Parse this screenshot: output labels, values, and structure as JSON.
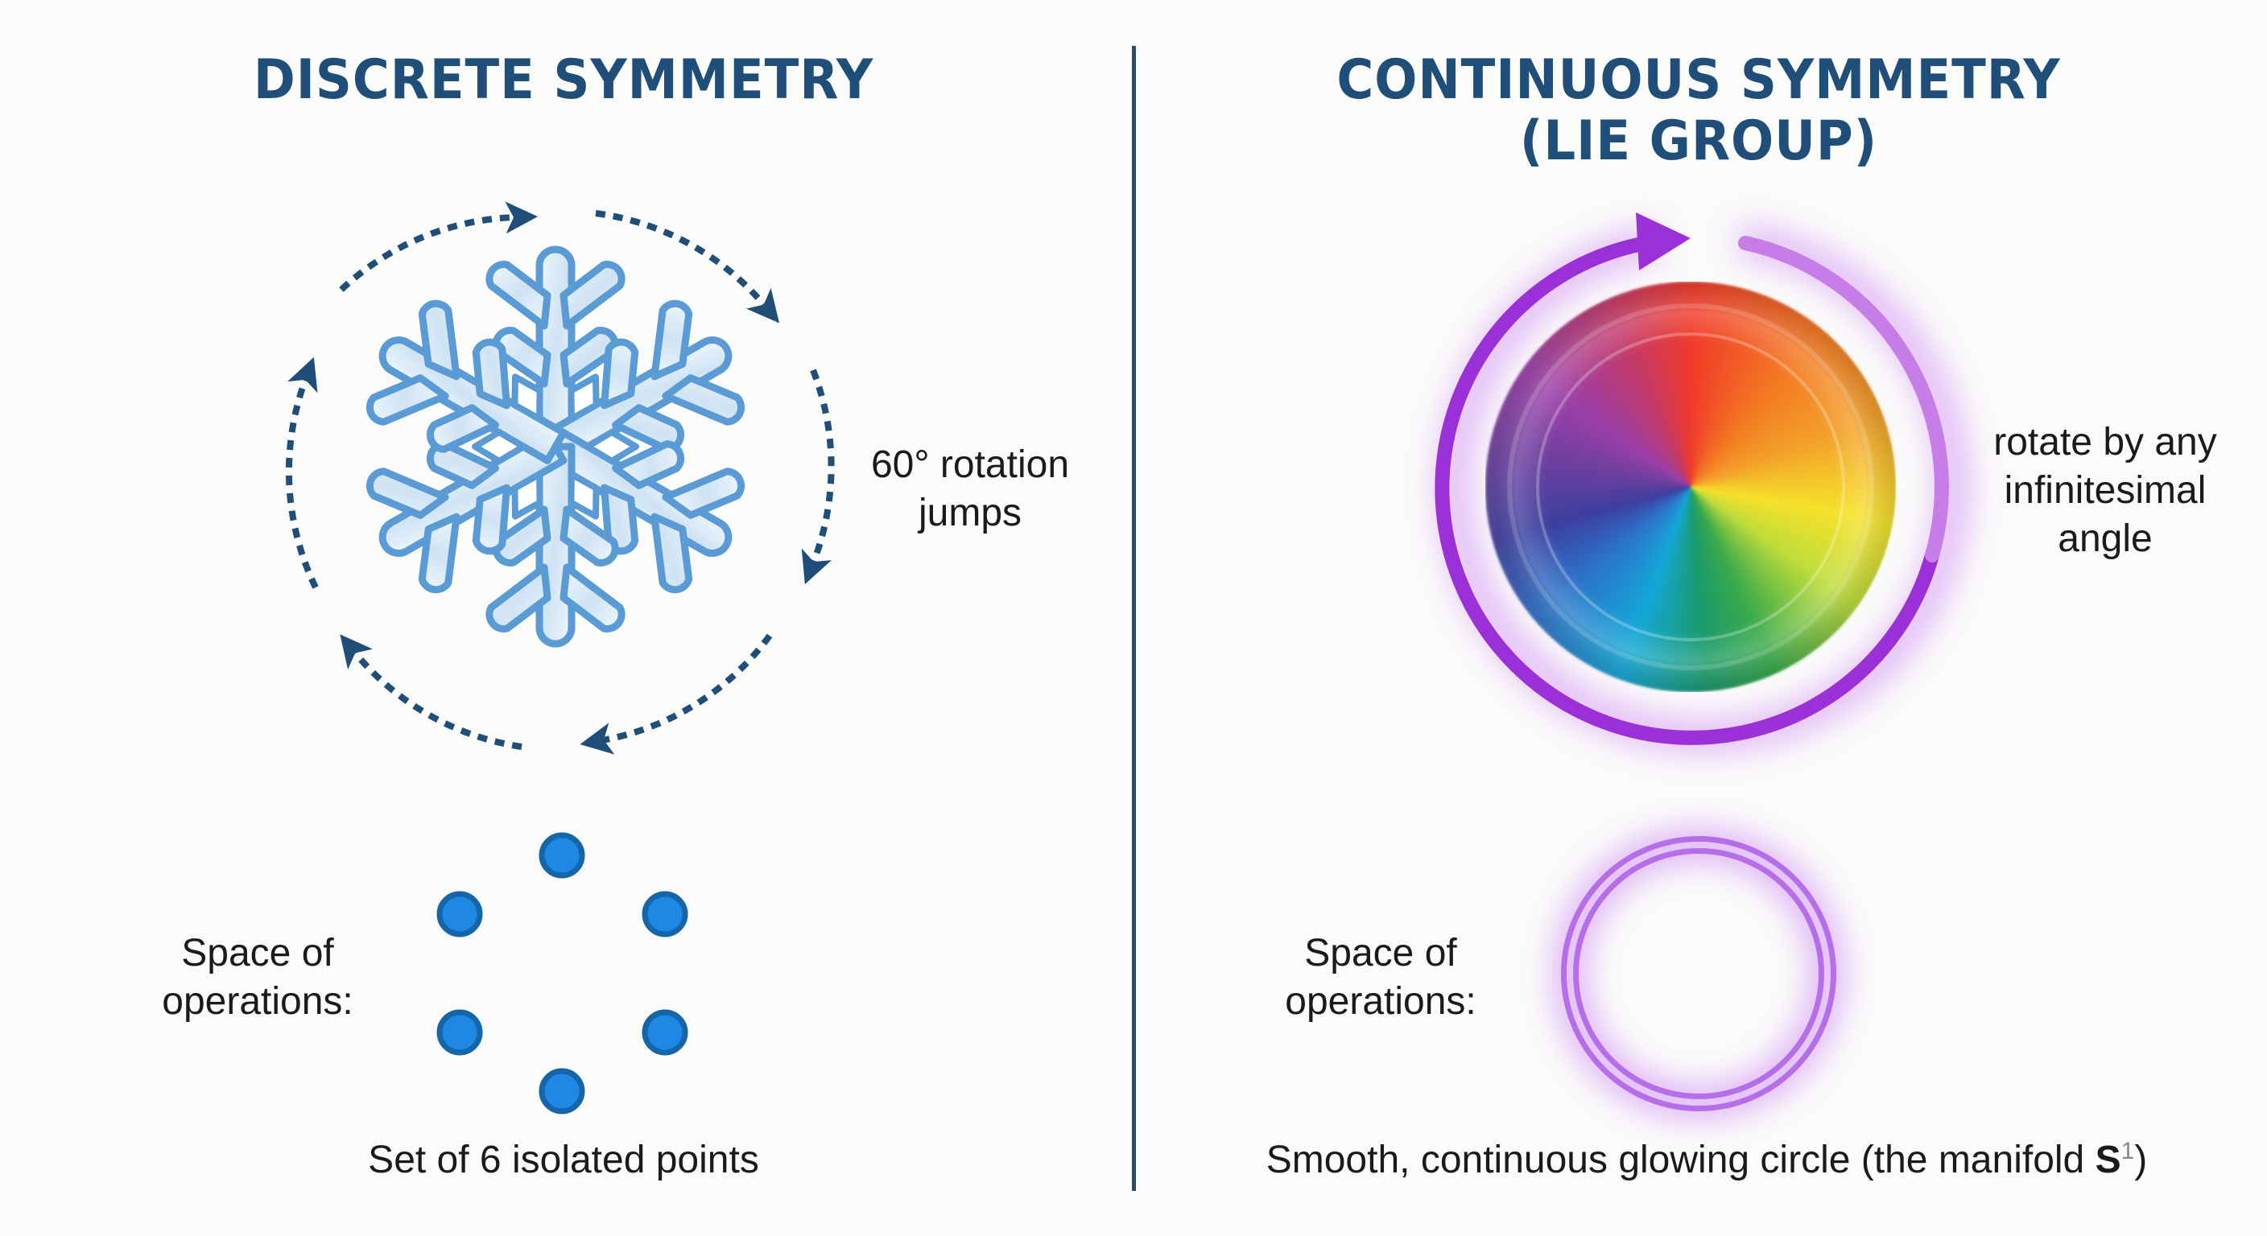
{
  "left_panel": {
    "title": "DISCRETE SYMMETRY",
    "rotation_label_line1": "60° rotation",
    "rotation_label_line2": "jumps",
    "space_label_line1": "Space of",
    "space_label_line2": "operations:",
    "caption": "Set of 6 isolated points",
    "point_count": 6,
    "rotation_step_degrees": 60,
    "colors": {
      "title": "#1f4e79",
      "arrows": "#1f4e79",
      "snowflake_stroke": "#5b9bd5",
      "snowflake_fill": "#dcebf7",
      "dots_fill": "#1e88e5",
      "dots_stroke": "#1565a8"
    }
  },
  "right_panel": {
    "title_line1": "CONTINUOUS SYMMETRY",
    "title_line2": "(LIE GROUP)",
    "rotation_label_line1": "rotate by any",
    "rotation_label_line2": "infinitesimal",
    "rotation_label_line3": "angle",
    "space_label_line1": "Space of",
    "space_label_line2": "operations:",
    "caption_main": "Smooth, continuous glowing circle (the manifold ",
    "caption_symbol": "S",
    "caption_superscript": "1",
    "caption_close": ")",
    "colors": {
      "title": "#1f4e79",
      "arrow": "#9b30d9",
      "arrow_light": "#c77de8",
      "ring": "#b56ee8",
      "glow": "#d9a6f5"
    }
  },
  "divider_color": "#2a4a66"
}
